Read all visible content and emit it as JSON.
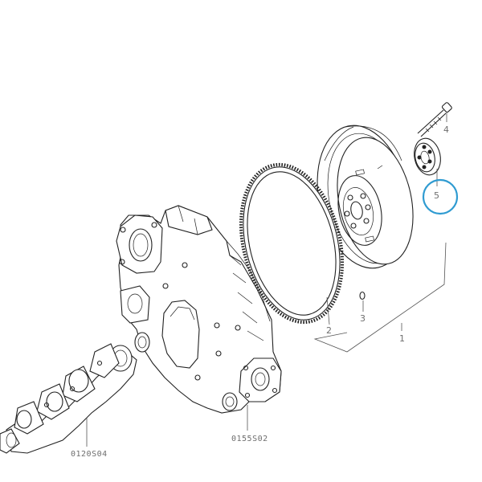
{
  "callouts": {
    "c1": "1",
    "c2": "2",
    "c3": "3",
    "c4": "4",
    "c5": "5"
  },
  "references": {
    "crankshaft": "0120S04",
    "timing_cover": "0155S02"
  },
  "highlight": {
    "target_callout": "5",
    "color": "#2f9bd1"
  },
  "colors": {
    "line": "#222222",
    "label": "#6e6e6e",
    "background": "#ffffff"
  }
}
